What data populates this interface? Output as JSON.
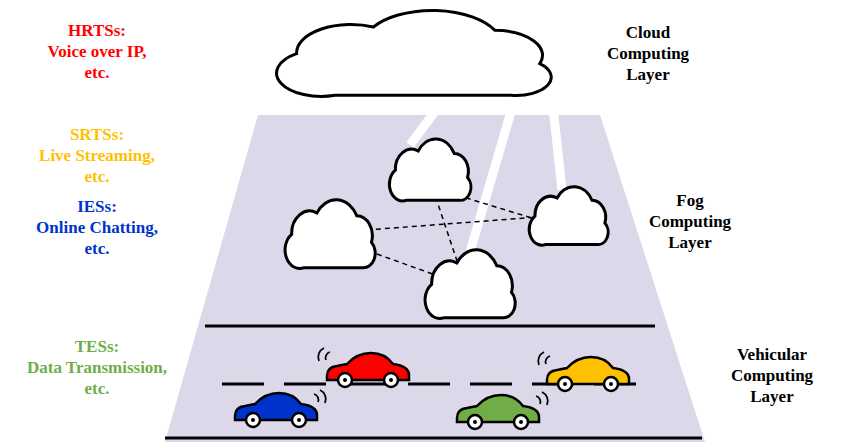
{
  "diagram": {
    "labels": [
      "HRTSs:",
      "Voice over IP, etc.",
      "SRTSs:",
      "Live Streaming, etc.",
      "IESs:",
      "Online Chatting, etc.",
      "TESs:",
      "Data Transmission, etc.",
      "Cloud Computing Layer",
      "Fog Computing Layer",
      "Vehicular Computing Layer"
    ]
  }
}
